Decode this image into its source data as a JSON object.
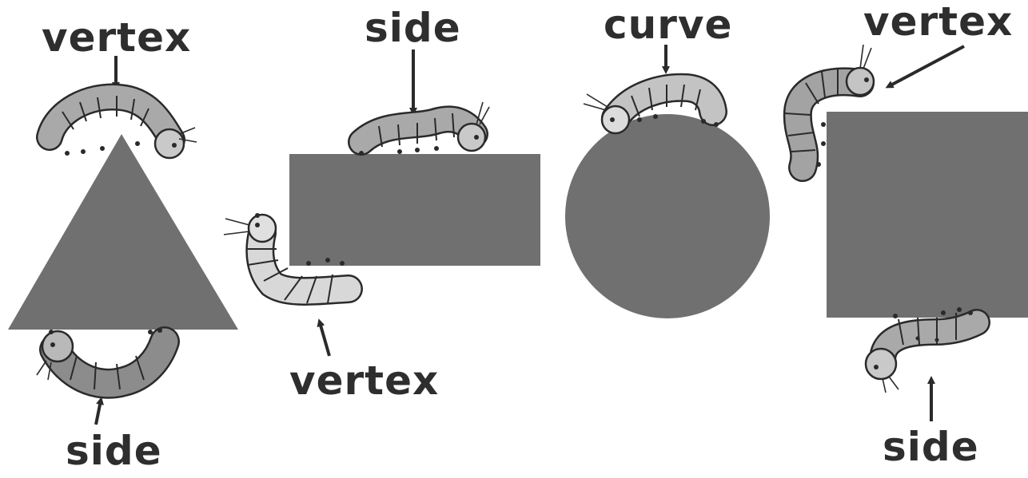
{
  "figures": [
    {
      "shape": "triangle",
      "labels": {
        "top": "vertex",
        "bottom": "side"
      }
    },
    {
      "shape": "rectangle",
      "labels": {
        "top": "side",
        "bottom": "vertex"
      }
    },
    {
      "shape": "circle",
      "labels": {
        "top": "curve"
      }
    },
    {
      "shape": "square",
      "labels": {
        "top": "vertex",
        "bottom": "side"
      }
    }
  ],
  "colors": {
    "shape_fill": "#707070",
    "caterpillar_fill": "#a9a9a9",
    "caterpillar_light": "#cfcfcf",
    "outline": "#2a2a2a",
    "label": "#2e2e2e"
  },
  "icons": [
    "caterpillar-icon",
    "arrow-icon"
  ]
}
